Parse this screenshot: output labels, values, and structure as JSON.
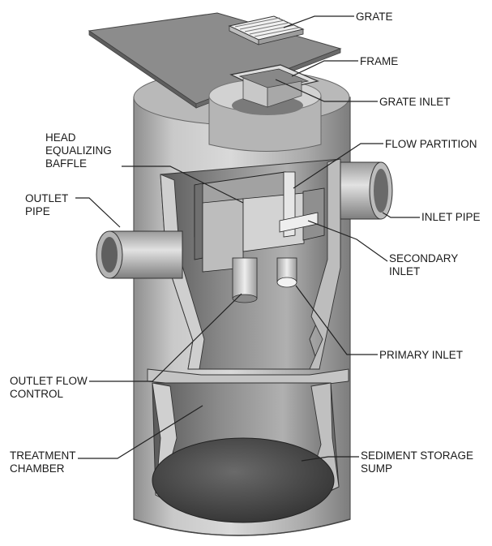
{
  "diagram": {
    "labels": {
      "grate": "GRATE",
      "frame": "FRAME",
      "grate_inlet": "GRATE INLET",
      "head_equalizing_baffle": [
        "HEAD",
        "EQUALIZING",
        "BAFFLE"
      ],
      "flow_partition": "FLOW PARTITION",
      "outlet_pipe": [
        "OUTLET",
        "PIPE"
      ],
      "inlet_pipe": "INLET PIPE",
      "secondary_inlet": [
        "SECONDARY",
        "INLET"
      ],
      "primary_inlet": "PRIMARY INLET",
      "outlet_flow_control": [
        "OUTLET FLOW",
        "CONTROL"
      ],
      "treatment_chamber": [
        "TREATMENT",
        "CHAMBER"
      ],
      "sediment_storage_sump": [
        "SEDIMENT STORAGE",
        "SUMP"
      ]
    }
  }
}
